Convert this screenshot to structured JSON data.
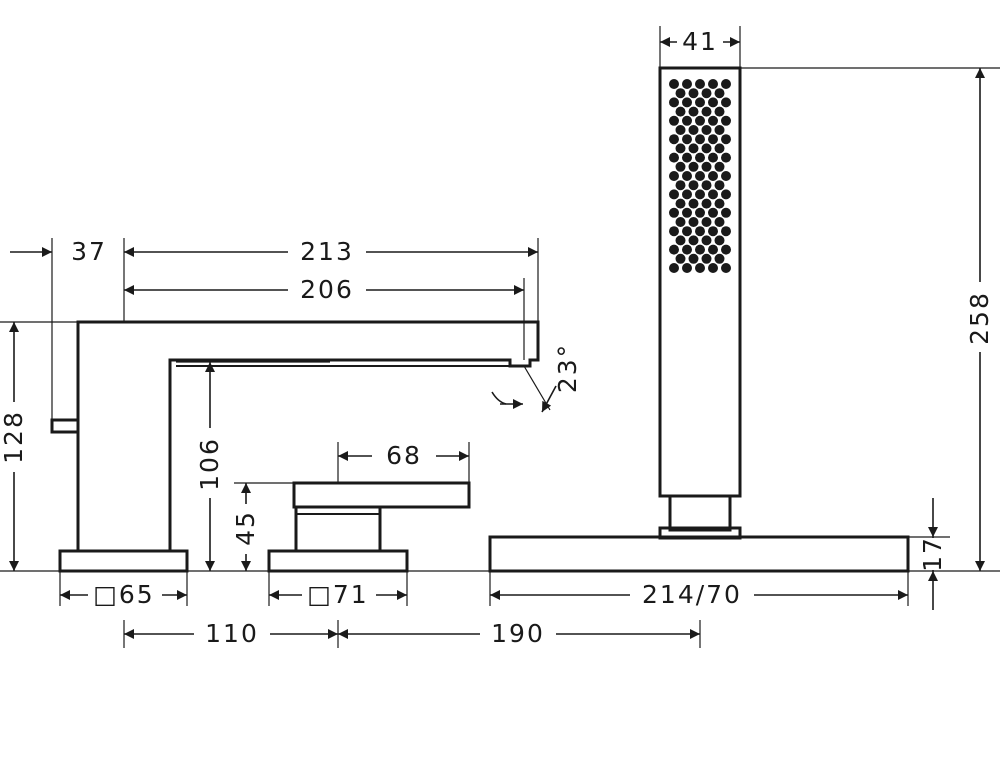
{
  "dimensions": {
    "d37": "37",
    "d213": "213",
    "d206": "206",
    "d128": "128",
    "d106": "106",
    "d23": "23°",
    "d68": "68",
    "d45": "45",
    "d65": "□65",
    "d71": "□71",
    "d110": "110",
    "d190": "190",
    "d214_70": "214/70",
    "d41": "41",
    "d258": "258",
    "d17": "17"
  }
}
